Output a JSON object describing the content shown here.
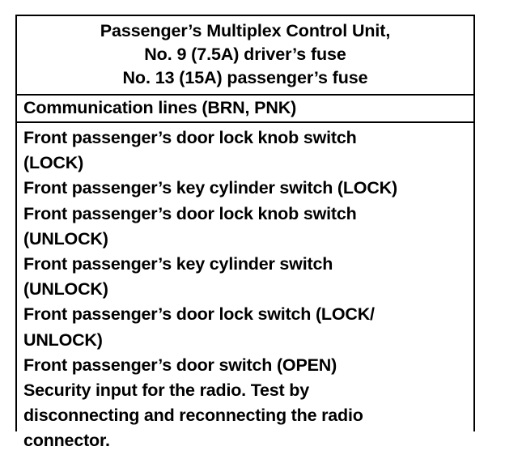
{
  "document": {
    "type": "scanned-service-manual-table",
    "background_color": "#ffffff",
    "ink_color": "#000000"
  },
  "table": {
    "header": {
      "lines": [
        "Passenger’s Multiplex Control Unit,",
        "No. 9 (7.5A) driver’s fuse",
        "No. 13 (15A) passenger’s fuse"
      ]
    },
    "communication": {
      "text": "Communication lines (BRN, PNK)"
    },
    "signals": {
      "lines": [
        "Front passenger’s door lock knob switch",
        "(LOCK)",
        "Front passenger’s key cylinder switch (LOCK)",
        "Front passenger’s door lock knob switch",
        "(UNLOCK)",
        "Front passenger’s key cylinder switch",
        "(UNLOCK)",
        "Front passenger’s door lock switch (LOCK/",
        "UNLOCK)",
        "Front passenger’s door switch (OPEN)",
        "Security input for the radio. Test by",
        "disconnecting and reconnecting the radio",
        "connector."
      ]
    }
  }
}
